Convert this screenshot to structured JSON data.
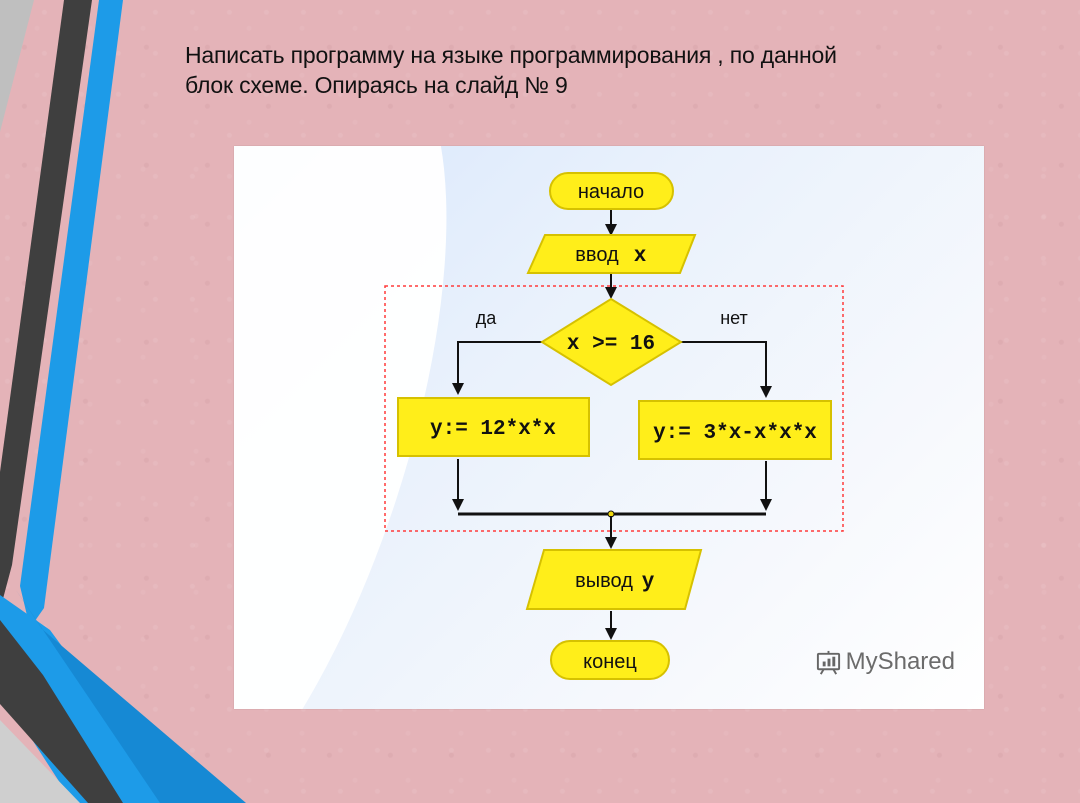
{
  "slide": {
    "title_line1": "Написать программу на языке программирования , по данной",
    "title_line2": "блок схеме. Опираясь на слайд № 9"
  },
  "flowchart": {
    "start": "начало",
    "input": "ввод",
    "input_var": "x",
    "condition": "x >= 16",
    "yes_label": "да",
    "no_label": "нет",
    "yes_action": "y:= 12*x*x",
    "no_action": "y:= 3*x-x*x*x",
    "output": "вывод",
    "output_var": "y",
    "end": "конец"
  },
  "watermark": {
    "text": "MyShared",
    "icon": "presentation-chart-icon"
  },
  "colors": {
    "slide_background": "#e4b3b8",
    "block_fill": "#ffee1a",
    "block_stroke": "#d6c100",
    "dashed_border": "#ff3b3b",
    "stripe_blue": "#1d9be8",
    "stripe_dark": "#333333",
    "stripe_gray": "#bdbdbd"
  }
}
